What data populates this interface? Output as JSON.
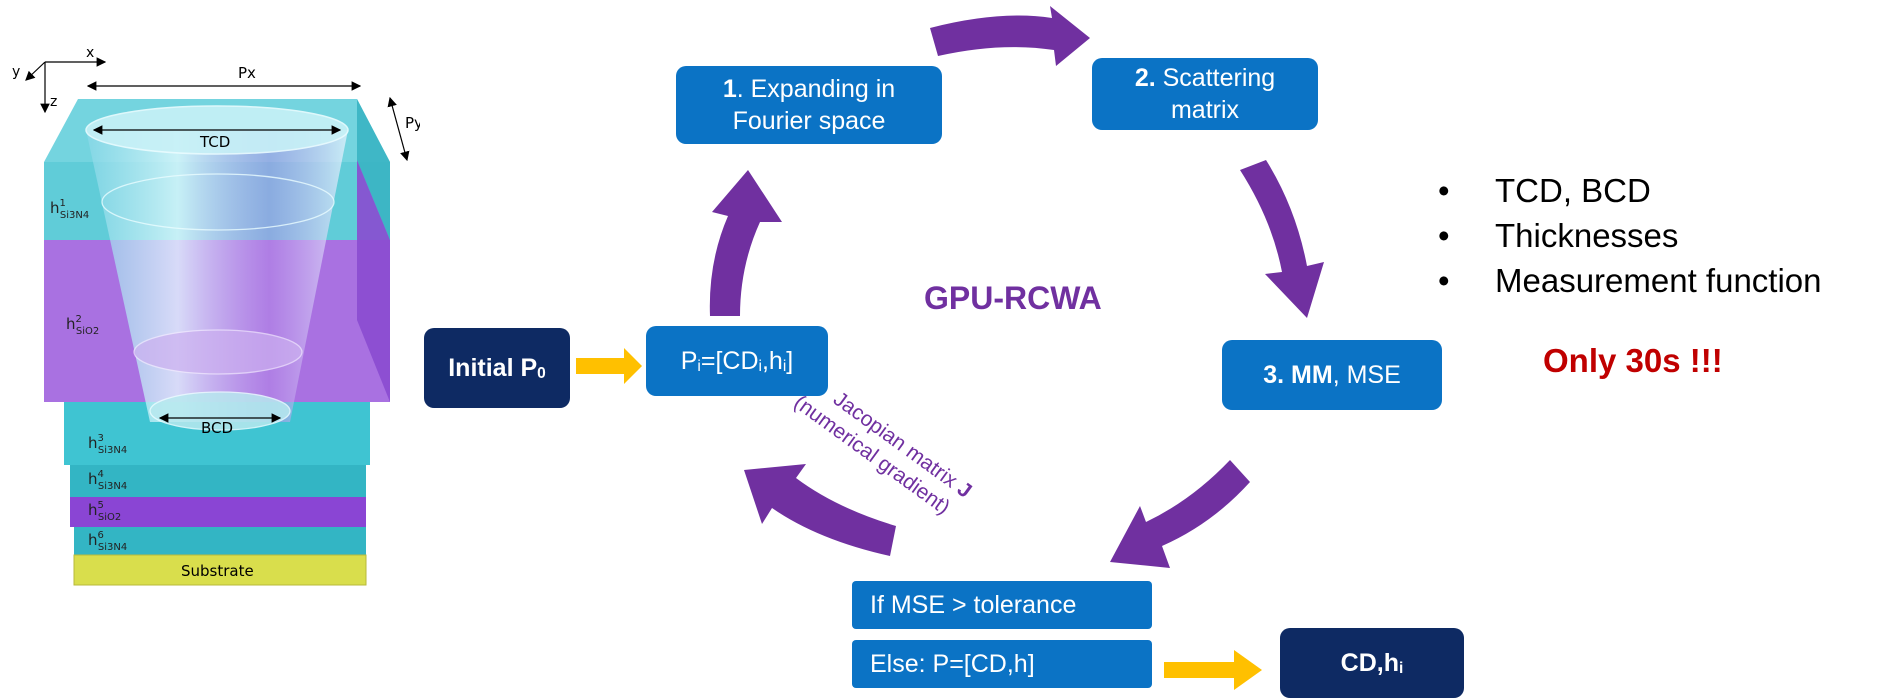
{
  "structure": {
    "axes": {
      "x": "x",
      "y": "y",
      "z": "z"
    },
    "dims": {
      "px": "Px",
      "py": "Py",
      "tcd": "TCD",
      "bcd": "BCD"
    },
    "layers": [
      {
        "base": "h",
        "sup": "1",
        "sub": "Si3N4",
        "color": "#3fc4d2"
      },
      {
        "base": "h",
        "sup": "2",
        "sub": "SiO2",
        "color": "#9b5ce0"
      },
      {
        "base": "h",
        "sup": "3",
        "sub": "Si3N4",
        "color": "#3fc4d2"
      },
      {
        "base": "h",
        "sup": "4",
        "sub": "Si3N4",
        "color": "#3fc4d2"
      },
      {
        "base": "h",
        "sup": "5",
        "sub": "SiO2",
        "color": "#8a45d4"
      },
      {
        "base": "h",
        "sup": "6",
        "sub": "Si3N4",
        "color": "#3fc4d2"
      }
    ],
    "substrate": "Substrate",
    "substrate_color": "#d9de4c"
  },
  "flow": {
    "initial": {
      "text": "Initial P",
      "sub": "0"
    },
    "params": {
      "p": "P",
      "i1": "i",
      "mid": "=[CD",
      "i2": "i",
      "comma": ",h",
      "i3": "i",
      "end": "]"
    },
    "step1": {
      "num": "1",
      "line1": ". Expanding in",
      "line2": "Fourier space"
    },
    "step2": {
      "num": "2.",
      "line1": " Scattering",
      "line2": "matrix"
    },
    "step3": {
      "bold": "3. MM",
      "rest": ", MSE"
    },
    "if_box": "If MSE > tolerance",
    "else_box": "Else: P=[CD,h]",
    "result": {
      "text": "CD,h",
      "sub": "i"
    },
    "center_label": "GPU-RCWA",
    "jacobian_line1": "Jacopian matrix ",
    "jacobian_J": "J",
    "jacobian_line2": "(numerical gradient)"
  },
  "bullets": {
    "marker": "•",
    "items": [
      "TCD, BCD",
      "Thicknesses",
      "Measurement function"
    ]
  },
  "highlight": "Only 30s !!!",
  "colors": {
    "box_blue": "#0b73c5",
    "box_navy": "#0e2a63",
    "arrow_purple": "#7030a0",
    "arrow_yellow": "#ffc000",
    "highlight_red": "#c00000"
  }
}
